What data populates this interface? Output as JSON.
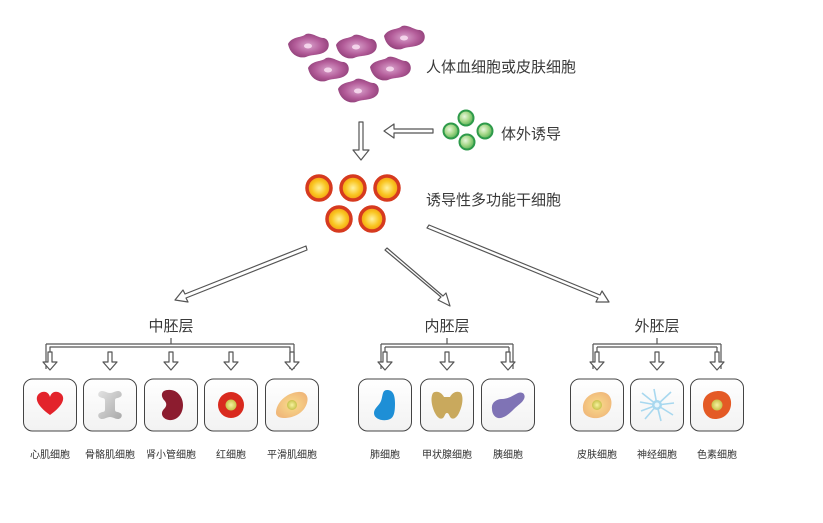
{
  "labels": {
    "source": "人体血细胞或皮肤细胞",
    "induction": "体外诱导",
    "ipsc": "诱导性多功能干细胞"
  },
  "layers": [
    {
      "name": "中胚层",
      "cells": [
        {
          "label": "心肌细胞",
          "icon": "heart-icon"
        },
        {
          "label": "骨骼肌细胞",
          "icon": "bone-icon"
        },
        {
          "label": "肾小管细胞",
          "icon": "kidney-icon"
        },
        {
          "label": "红细胞",
          "icon": "red-blood-cell-icon"
        },
        {
          "label": "平滑肌细胞",
          "icon": "smooth-muscle-cell-icon"
        }
      ]
    },
    {
      "name": "内胚层",
      "cells": [
        {
          "label": "肺细胞",
          "icon": "lung-icon"
        },
        {
          "label": "甲状腺细胞",
          "icon": "thyroid-icon"
        },
        {
          "label": "胰细胞",
          "icon": "pancreas-icon"
        }
      ]
    },
    {
      "name": "外胚层",
      "cells": [
        {
          "label": "皮肤细胞",
          "icon": "skin-cell-icon"
        },
        {
          "label": "神经细胞",
          "icon": "neuron-icon"
        },
        {
          "label": "色素细胞",
          "icon": "pigment-cell-icon"
        }
      ]
    }
  ],
  "colors": {
    "source_cell": "#a8508f",
    "induction_factor": "#2e9a4a",
    "ipsc_outer": "#d63a1f",
    "ipsc_inner": "#f7b21a",
    "heart": "#e3232b",
    "bone": "#c8c8c8",
    "kidney": "#8c1c2f",
    "red_blood_cell": "#d92a1e",
    "smooth_muscle": "#f3c07e",
    "lung": "#1e8fd6",
    "thyroid": "#c9a95d",
    "pancreas": "#7f73b5",
    "skin_cell": "#f4b98a",
    "neuron": "#a8d8ef",
    "pigment": "#e45a25"
  }
}
